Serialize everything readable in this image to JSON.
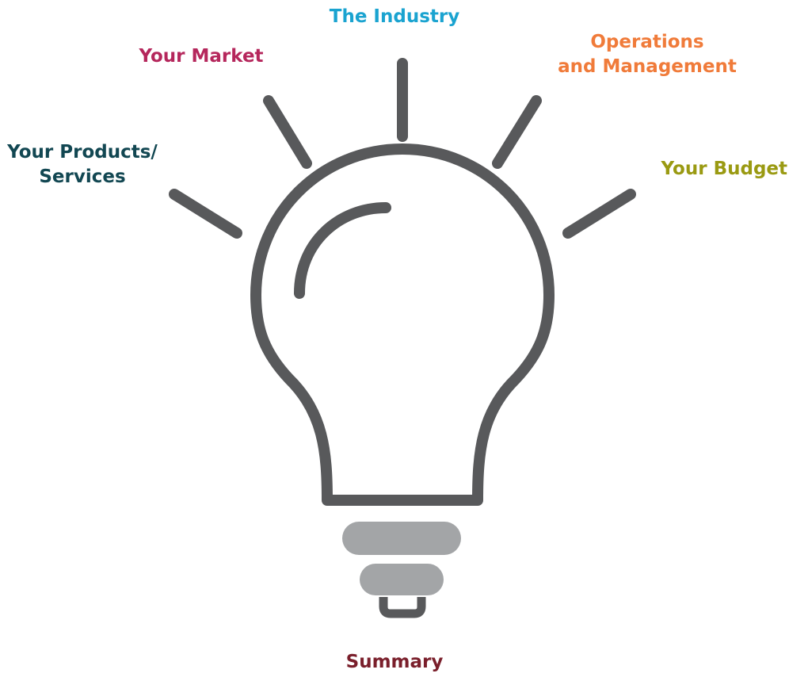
{
  "diagram": {
    "labels": {
      "industry": "The Industry",
      "market": "Your Market",
      "operations_line1": "Operations",
      "operations_line2": "and Management",
      "products_line1": "Your Products/",
      "products_line2": "Services",
      "budget": "Your Budget",
      "summary": "Summary"
    },
    "colors": {
      "industry": "#1aa3d0",
      "market": "#b5275c",
      "operations": "#f07b3a",
      "products": "#124752",
      "budget": "#9a9a12",
      "summary": "#7a1f2b",
      "bulb_outline": "#58595b",
      "bulb_base": "#a3a5a7"
    },
    "icons": {
      "bulb": "lightbulb-icon",
      "rays": "light-ray-icon"
    }
  }
}
